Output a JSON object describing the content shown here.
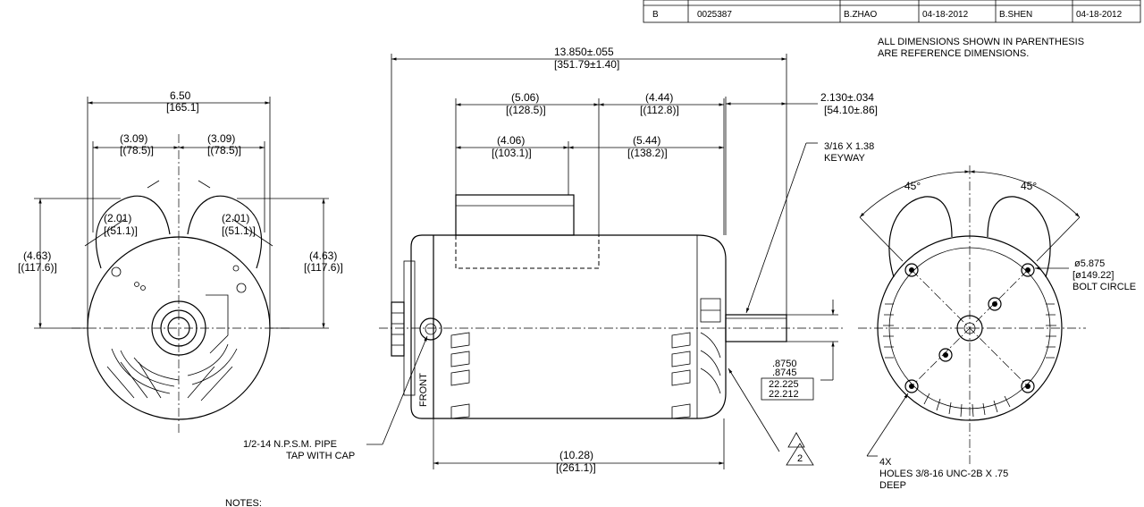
{
  "revision_table": {
    "rev": "B",
    "ecn": "0025387",
    "rev_by": "B.ZHAO",
    "date": "04-18-2012",
    "appd": "B.SHEN",
    "appd_date": "04-18-2012"
  },
  "reference_note_line1": "ALL DIMENSIONS SHOWN IN PARENTHESIS",
  "reference_note_line2": "ARE REFERENCE DIMENSIONS.",
  "notes_label": "NOTES:",
  "left_view": {
    "width": "6.50",
    "width_mm": "[165.1]",
    "half_left": "(3.09)",
    "half_left_mm": "[(78.5)]",
    "half_right": "(3.09)",
    "half_right_mm": "[(78.5)]",
    "lobe_left": "(2.01)",
    "lobe_left_mm": "[(51.1)]",
    "lobe_right": "(2.01)",
    "lobe_right_mm": "[(51.1)]",
    "height_left": "(4.63)",
    "height_left_mm": "[(117.6)]",
    "height_right": "(4.63)",
    "height_right_mm": "[(117.6)]"
  },
  "side_view": {
    "overall": "13.850±.055",
    "overall_mm": "[351.79±1.40]",
    "box_a": "(5.06)",
    "box_a_mm": "[(128.5)]",
    "box_b": "(4.44)",
    "box_b_mm": "[(112.8)]",
    "box_c": "(4.06)",
    "box_c_mm": "[(103.1)]",
    "box_d": "(5.44)",
    "box_d_mm": "[(138.2)]",
    "shaft_ext": "2.130±.034",
    "shaft_ext_mm": "[54.10±.86]",
    "keyway_line1": "3/16 X 1.38",
    "keyway_line2": "KEYWAY",
    "shaft_dia_1": ".8750",
    "shaft_dia_2": ".8745",
    "shaft_dia_mm_1": "22.225",
    "shaft_dia_mm_2": "22.212",
    "body_length": "(10.28)",
    "body_length_mm": "[(261.1)]",
    "pipe_tap_line1": "1/2-14 N.P.S.M. PIPE",
    "pipe_tap_line2": "TAP WITH CAP",
    "front_label": "FRONT",
    "flag_note": "2"
  },
  "right_view": {
    "angle_left": "45°",
    "angle_right": "45°",
    "bolt_circle_line1": "ø5.875",
    "bolt_circle_line2": "[ø149.22]",
    "bolt_circle_line3": "BOLT CIRCLE",
    "holes_line1": "4X",
    "holes_line2": "HOLES 3/8-16 UNC-2B X .75",
    "holes_line3": "DEEP"
  }
}
